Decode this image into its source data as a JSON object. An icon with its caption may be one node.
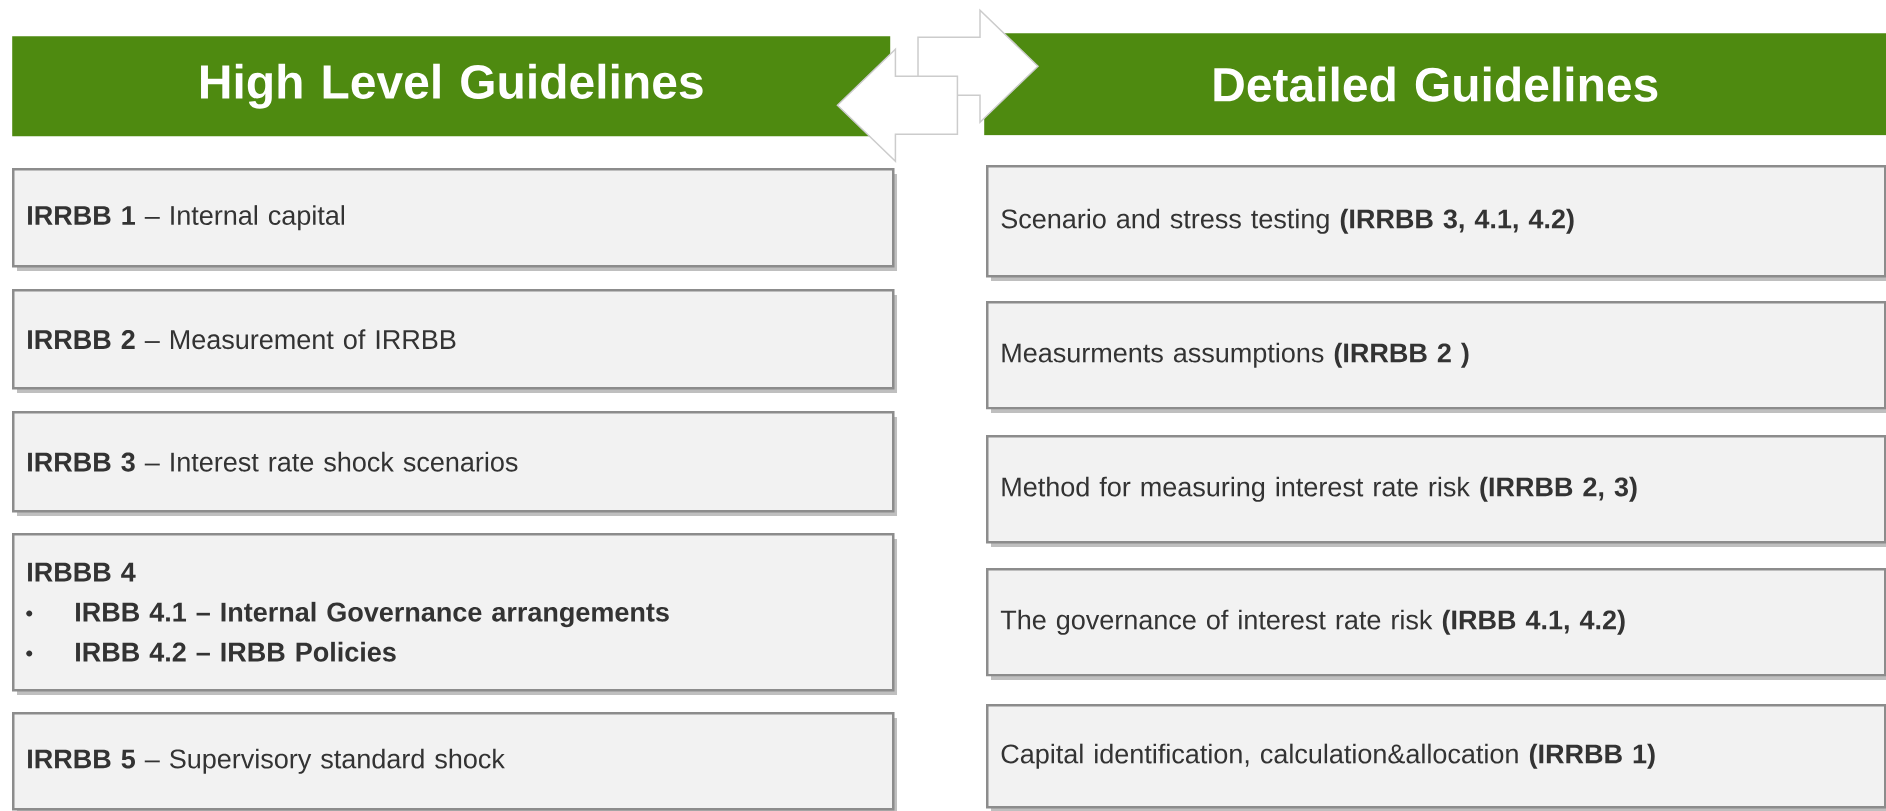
{
  "diagram": {
    "nodes": [
      {
        "text": [
          "High Level Guidelines"
        ]
      },
      {
        "text": [
          "Detailed Guidelines"
        ]
      },
      {
        "text": [
          "**IRRBB 1** – Internal capital"
        ]
      },
      {
        "text": [
          "**IRRBB 2** – Measurement of IRRBB"
        ]
      },
      {
        "text": [
          "**IRRBB 3** – Interest rate shock scenarios"
        ]
      },
      {
        "text": [
          "IRBBB 4",
          "IRBB 4.1 – Internal Governance arrangements",
          "IRBB 4.2 – IRBB Policies"
        ]
      },
      {
        "text": [
          "**IRRBB 5** – Supervisory standard shock"
        ]
      },
      {
        "text": [
          "Scenario and stress testing **(IRRBB 3, 4.1, 4.2)**"
        ]
      },
      {
        "text": [
          "Measurments assumptions **(IRRBB 2 )**"
        ]
      },
      {
        "text": [
          "Method for measuring interest rate risk **(IRRBB 2, 3)**"
        ]
      },
      {
        "text": [
          "The governance of interest rate risk **(IRBB 4.1, 4.2)**"
        ]
      },
      {
        "text": [
          "Capital identification, calculation&allocation **(IRRBB 1)**"
        ]
      }
    ],
    "edges": [
      {
        "from": 0,
        "to": 1,
        "arrow": "to"
      },
      {
        "from": 1,
        "to": 0,
        "arrow": "to"
      }
    ]
  }
}
